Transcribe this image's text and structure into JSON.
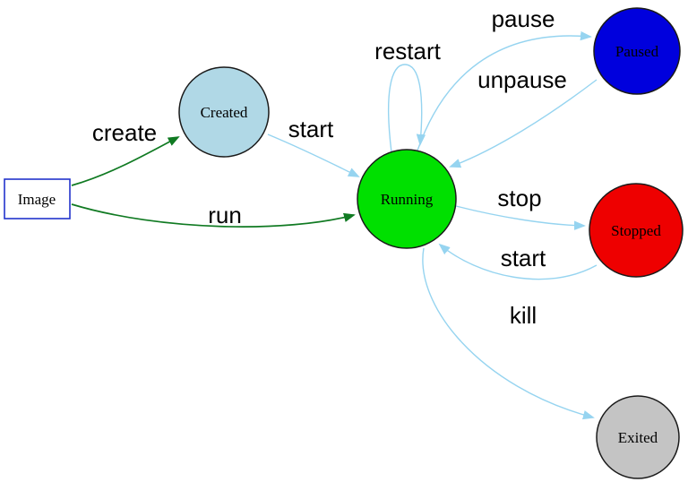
{
  "colors": {
    "background": "#ffffff",
    "node_outline": "#1a1a1a",
    "edge_blue": "#96d4f0",
    "edge_green": "#107a22",
    "label_text": "#000000",
    "image_box_border": "#2233cc"
  },
  "nodes": {
    "image": {
      "label": "Image",
      "shape": "rectangle",
      "fill": "#ffffff"
    },
    "created": {
      "label": "Created",
      "shape": "circle",
      "fill": "#b0d8e6"
    },
    "running": {
      "label": "Running",
      "shape": "circle",
      "fill": "#00e000"
    },
    "paused": {
      "label": "Paused",
      "shape": "circle",
      "fill": "#0000dd"
    },
    "stopped": {
      "label": "Stopped",
      "shape": "circle",
      "fill": "#ee0000"
    },
    "exited": {
      "label": "Exited",
      "shape": "circle",
      "fill": "#c4c4c4"
    }
  },
  "edges": {
    "create": {
      "label": "create",
      "from": "image",
      "to": "created"
    },
    "run": {
      "label": "run",
      "from": "image",
      "to": "running"
    },
    "start_from_created": {
      "label": "start",
      "from": "created",
      "to": "running"
    },
    "restart": {
      "label": "restart",
      "from": "running",
      "to": "running"
    },
    "pause": {
      "label": "pause",
      "from": "running",
      "to": "paused"
    },
    "unpause": {
      "label": "unpause",
      "from": "paused",
      "to": "running"
    },
    "stop": {
      "label": "stop",
      "from": "running",
      "to": "stopped"
    },
    "start_from_stopped": {
      "label": "start",
      "from": "stopped",
      "to": "running"
    },
    "kill": {
      "label": "kill",
      "from": "running",
      "to": "exited"
    }
  }
}
